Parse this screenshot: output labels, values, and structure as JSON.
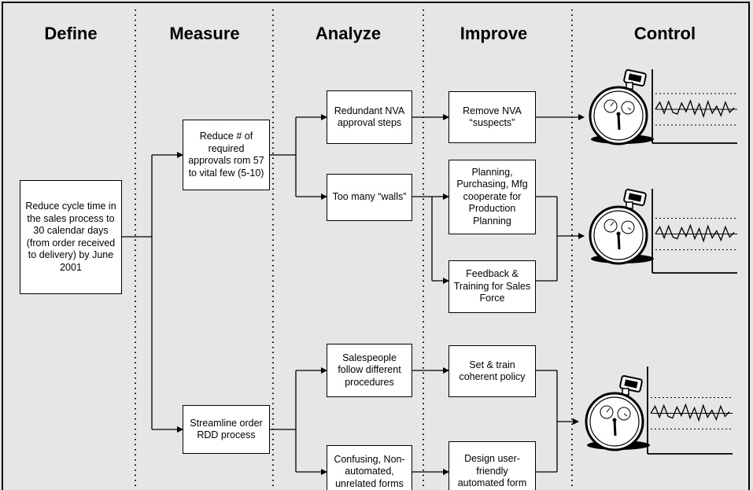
{
  "phases": [
    "Define",
    "Measure",
    "Analyze",
    "Improve",
    "Control"
  ],
  "define": {
    "goal": "Reduce cycle time in the sales process to 30 calendar days (from order received to delivery) by June 2001"
  },
  "measure": {
    "approvals": "Reduce # of required approvals rom 57 to vital few (5-10)",
    "streamline": "Streamline order RDD process"
  },
  "analyze": {
    "redundant": "Redundant NVA approval steps",
    "walls": "Too many “walls”",
    "salespeople": "Salespeople follow different procedures",
    "forms": "Confusing, Non-automated, unrelated forms"
  },
  "improve": {
    "remove_nva": "Remove NVA “suspects”",
    "planning": "Planning, Purchasing, Mfg cooperate for Production Planning",
    "feedback": "Feedback & Training for Sales Force",
    "policy": "Set & train coherent policy",
    "design_form": "Design user-friendly automated form"
  },
  "control": {
    "icon": "stopwatch-icon",
    "chart": "control-chart-icon",
    "count": 3
  }
}
